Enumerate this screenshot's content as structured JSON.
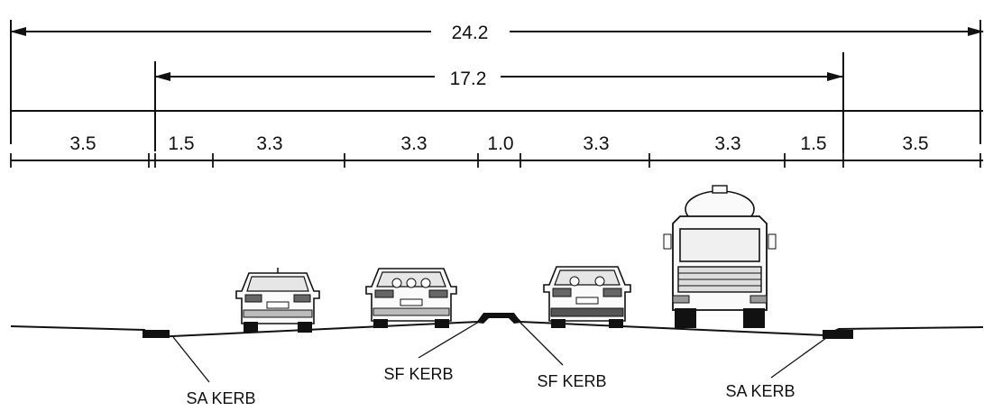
{
  "dimensions": {
    "overall": "24.2",
    "carriageway": "17.2",
    "segments": [
      "3.5",
      "1.5",
      "3.3",
      "3.3",
      "1.0",
      "3.3",
      "3.3",
      "1.5",
      "3.5"
    ]
  },
  "labels": {
    "sa_kerb_left": "SA KERB",
    "sf_kerb_left": "SF KERB",
    "sf_kerb_right": "SF KERB",
    "sa_kerb_right": "SA KERB"
  },
  "icons": [
    "car-rear-icon",
    "car-rear-icon",
    "car-rear-icon",
    "truck-front-icon"
  ]
}
